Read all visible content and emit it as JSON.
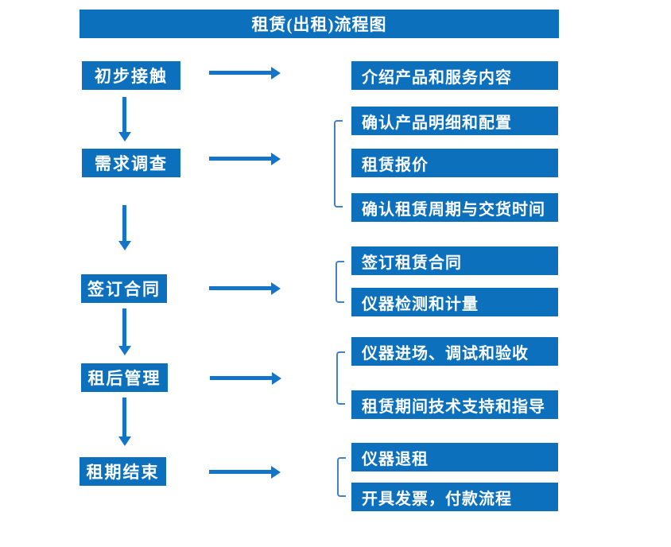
{
  "title": "租赁(出租)流程图",
  "colors": {
    "box": "#0d70bd",
    "arrow": "#1475c8",
    "bracket": "#4480c4",
    "text": "#ffffff",
    "background": "#ffffff"
  },
  "flow": {
    "groups": [
      {
        "step": "初步接触",
        "details": [
          "介绍产品和服务内容"
        ]
      },
      {
        "step": "需求调查",
        "details": [
          "确认产品明细和配置",
          "租赁报价",
          "确认租赁周期与交货时间"
        ]
      },
      {
        "step": "签订合同",
        "details": [
          "签订租赁合同",
          "仪器检测和计量"
        ]
      },
      {
        "step": "租后管理",
        "details": [
          "仪器进场、调试和验收",
          "租赁期间技术支持和指导"
        ]
      },
      {
        "step": "租期结束",
        "details": [
          "仪器退租",
          "开具发票，付款流程"
        ]
      }
    ]
  }
}
